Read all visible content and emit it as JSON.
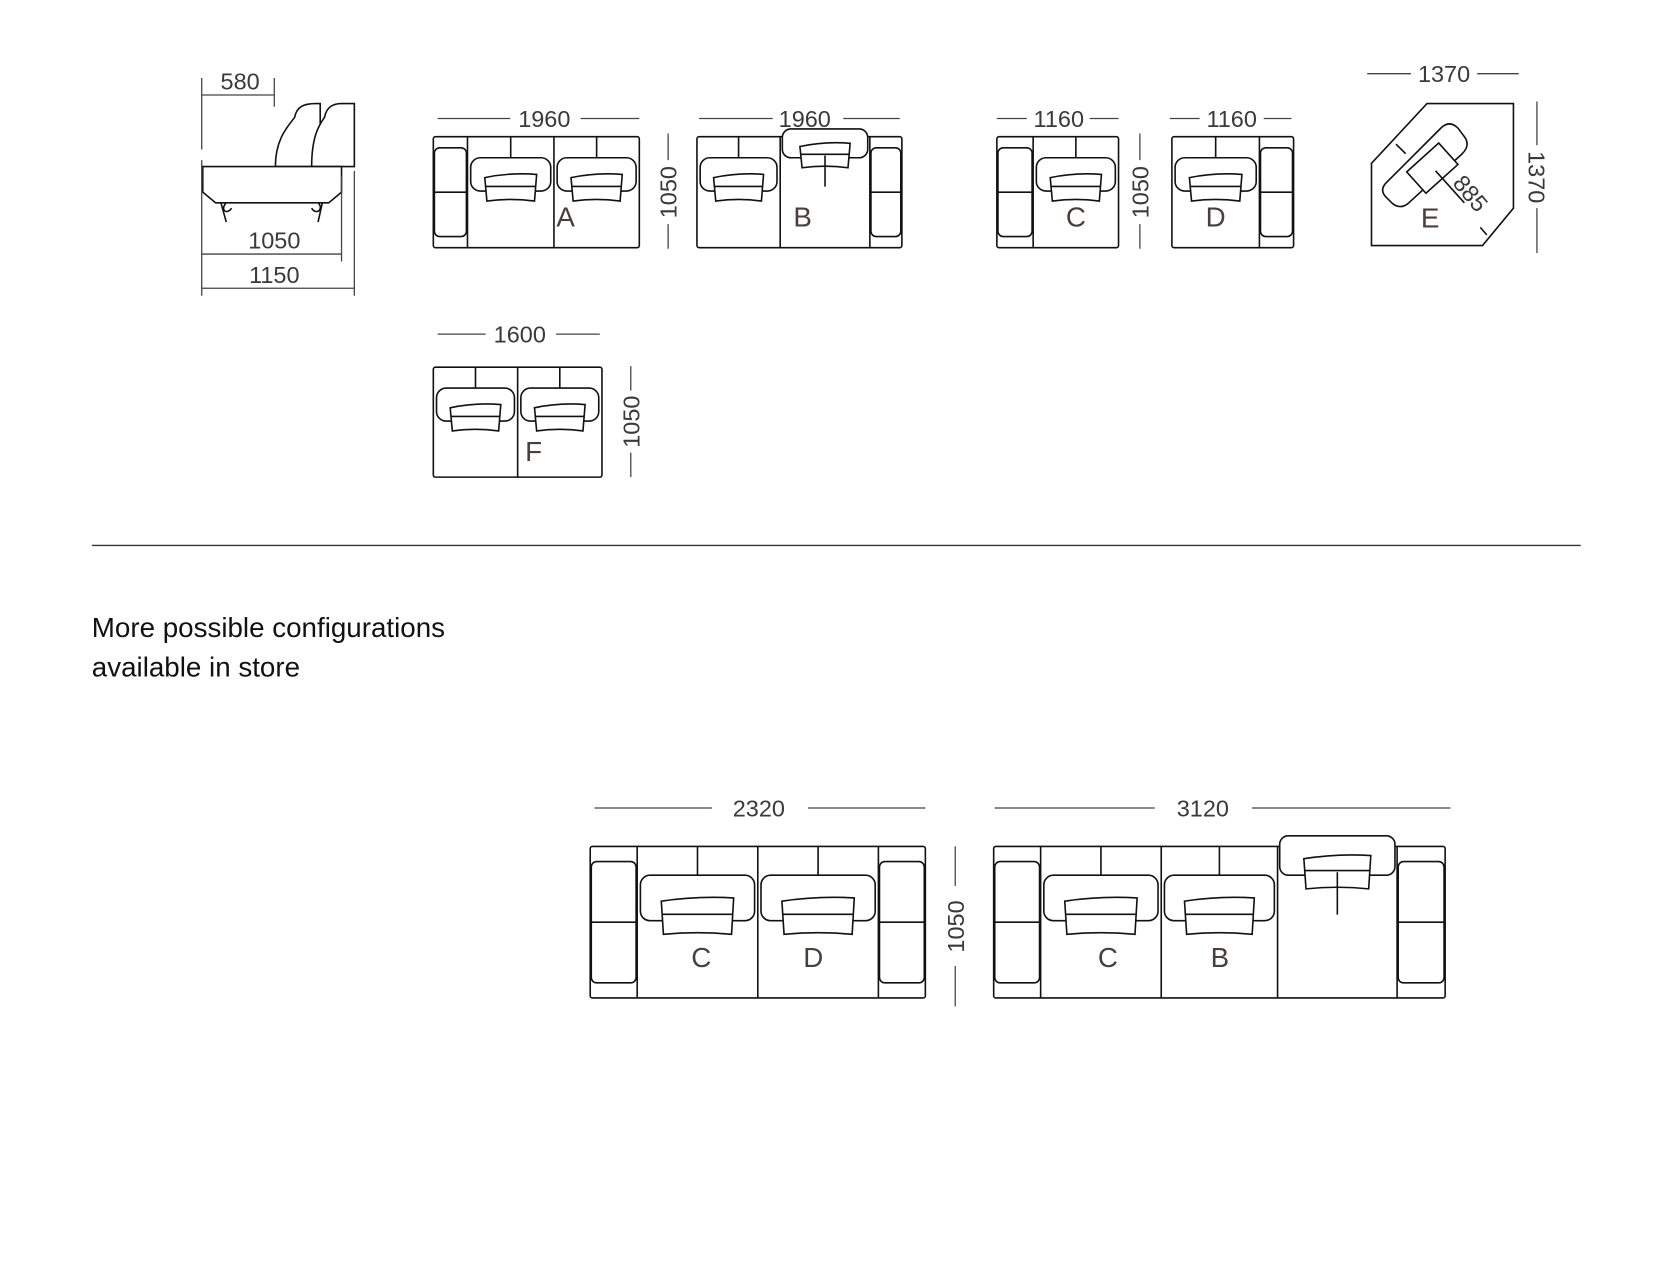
{
  "side_view": {
    "back_depth": "580",
    "seat_depth": "1050",
    "total_depth": "1150"
  },
  "modules": [
    {
      "label": "A",
      "width": "1960",
      "depth": "1050"
    },
    {
      "label": "B",
      "width": "1960",
      "depth": "1050"
    },
    {
      "label": "C",
      "width": "1160",
      "depth": "1050"
    },
    {
      "label": "D",
      "width": "1160",
      "depth": "1050"
    },
    {
      "label": "E",
      "width": "1370",
      "depth": "1370",
      "inner": "885"
    },
    {
      "label": "F",
      "width": "1600",
      "depth": "1050"
    }
  ],
  "note": {
    "line1": "More possible configurations",
    "line2": "available in store"
  },
  "configurations": [
    {
      "width": "2320",
      "depth": "1050",
      "labels": [
        "C",
        "D"
      ]
    },
    {
      "width": "3120",
      "labels": [
        "C",
        "B"
      ]
    }
  ]
}
